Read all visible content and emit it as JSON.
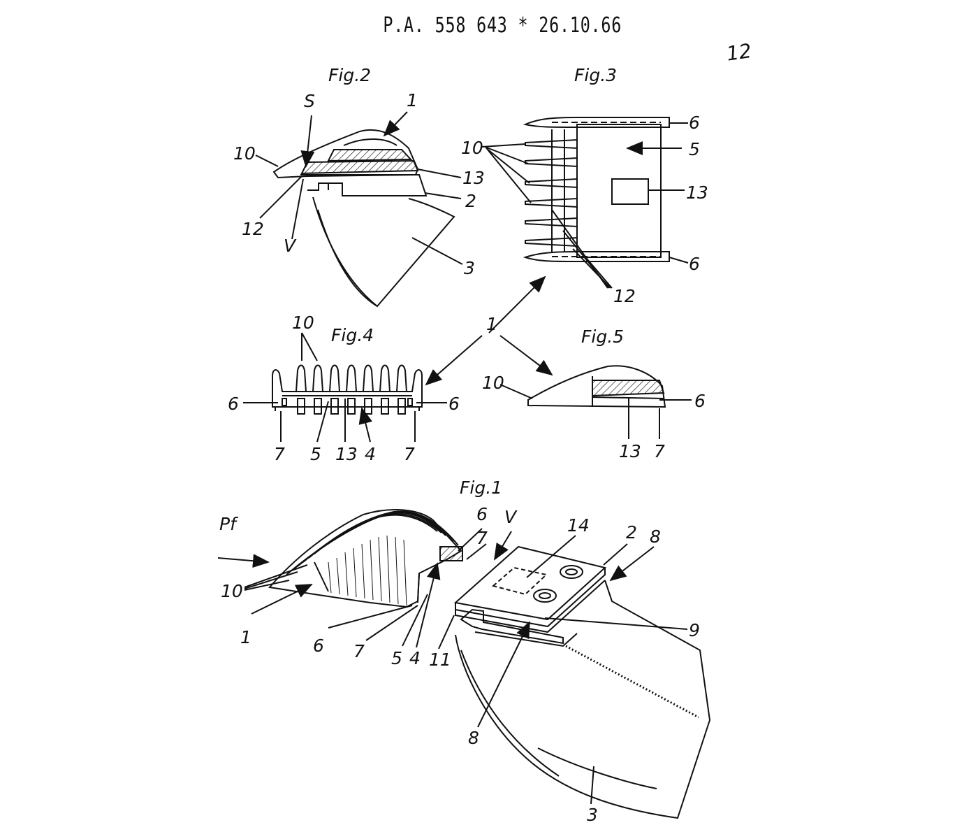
{
  "header": {
    "stamp": "P.A. 558 643 * 26.10.66",
    "page_number": "12"
  },
  "figures": {
    "fig1": {
      "title": "Fig.1",
      "labels": {
        "pf": "Pf",
        "n6": "6",
        "v": "V",
        "n7": "7",
        "n14": "14",
        "n2": "2",
        "n8a": "8",
        "n10": "10",
        "n1": "1",
        "n9": "9",
        "n6b": "6",
        "n7b": "7",
        "n5": "5",
        "n4": "4",
        "n11": "11",
        "n8b": "8",
        "n3": "3"
      }
    },
    "fig2": {
      "title": "Fig.2",
      "labels": {
        "s": "S",
        "n1": "1",
        "n10": "10",
        "n13": "13",
        "n2": "2",
        "n12": "12",
        "v": "V",
        "n3": "3"
      }
    },
    "fig3": {
      "title": "Fig.3",
      "labels": {
        "n6a": "6",
        "n10": "10",
        "n5": "5",
        "n13": "13",
        "n6b": "6",
        "n12": "12"
      }
    },
    "fig4": {
      "title": "Fig.4",
      "labels": {
        "n10": "10",
        "n6a": "6",
        "n6b": "6",
        "n7a": "7",
        "n5": "5",
        "n13": "13",
        "n4": "4",
        "n7b": "7"
      }
    },
    "fig5": {
      "title": "Fig.5",
      "labels": {
        "n10": "10",
        "n6": "6",
        "n13": "13",
        "n7": "7"
      }
    },
    "shared": {
      "n1": "1"
    }
  }
}
